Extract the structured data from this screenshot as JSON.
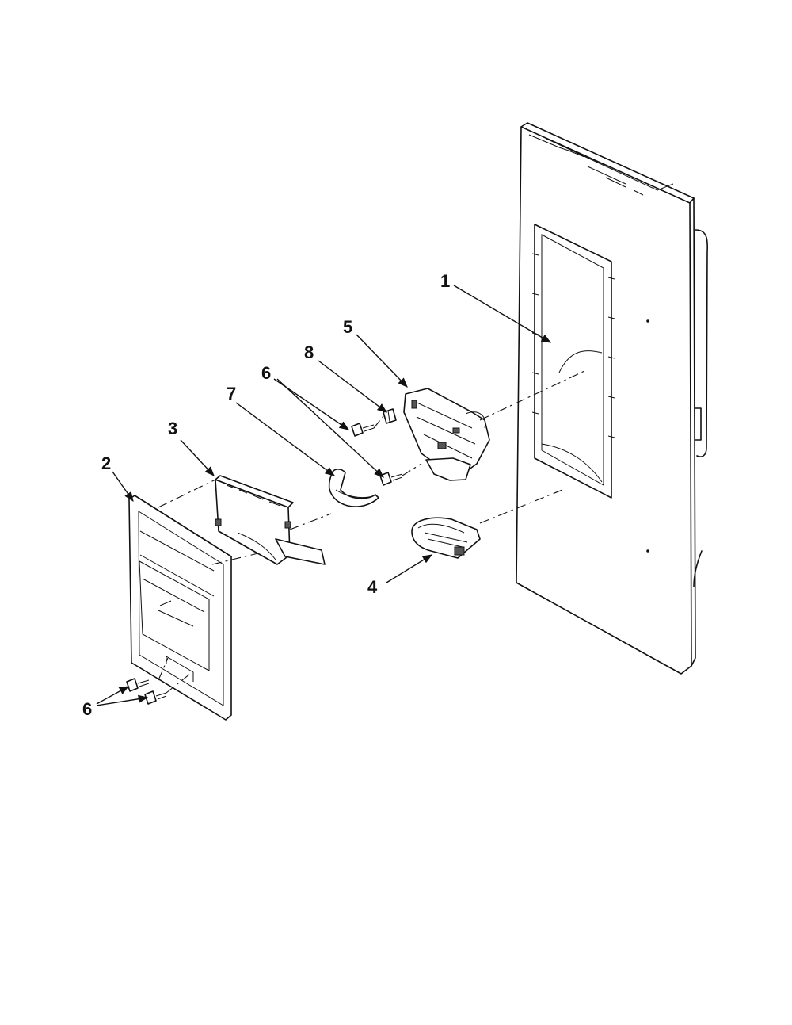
{
  "callouts": {
    "c1": "1",
    "c2": "2",
    "c3": "3",
    "c4": "4",
    "c5": "5",
    "c6_top": "6",
    "c6_bottom": "6",
    "c7": "7",
    "c8": "8"
  }
}
